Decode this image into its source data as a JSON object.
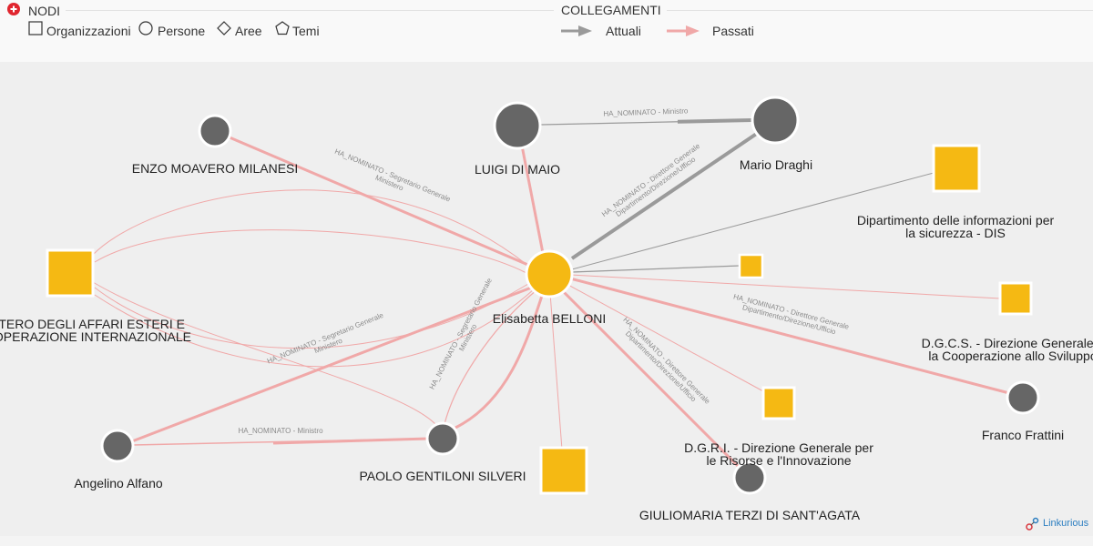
{
  "legend": {
    "nodes_title": "NODI",
    "links_title": "COLLEGAMENTI",
    "node_types": [
      {
        "label": "Organizzazioni",
        "shape": "square"
      },
      {
        "label": "Persone",
        "shape": "circle"
      },
      {
        "label": "Aree",
        "shape": "diamond"
      },
      {
        "label": "Temi",
        "shape": "pentagon"
      }
    ],
    "link_types": [
      {
        "label": "Attuali",
        "color": "#9a9a9a"
      },
      {
        "label": "Passati",
        "color": "#f0a8a8"
      }
    ]
  },
  "colors": {
    "person": "#666666",
    "organization": "#f5b913",
    "current_link": "#9a9a9a",
    "past_link": "#f0a8a8",
    "add_icon": "#e0262f"
  },
  "nodes": {
    "belloni": "Elisabetta BELLONI",
    "moavero": "ENZO MOAVERO MILANESI",
    "dimaio": "LUIGI DI MAIO",
    "draghi": "Mario Draghi",
    "dis": [
      "Dipartimento delle informazioni per",
      "la sicurezza - DIS"
    ],
    "maeci": [
      "STERO DEGLI AFFARI ESTERI E",
      "OOPERAZIONE INTERNAZIONALE"
    ],
    "dgcs": [
      "D.G.C.S. - Direzione Generale p",
      "la Cooperazione allo Sviluppo"
    ],
    "frattini": "Franco Frattini",
    "alfano": "Angelino Alfano",
    "gentiloni": "PAOLO GENTILONI SILVERI",
    "dgri": [
      "D.G.R.I. - Direzione Generale per",
      "le Risorse e l'Innovazione"
    ],
    "terzi": "GIULIOMARIA TERZI DI SANT'AGATA"
  },
  "edge_labels": {
    "dimaio_draghi": "HA_NOMINATO - Ministro",
    "belloni_draghi": [
      "HA_NOMINATO - Direttore Generale",
      "Dipartimento/Direzione/Ufficio"
    ],
    "moavero_belloni": [
      "HA_NOMINATO - Segretario Generale",
      "Ministero"
    ],
    "maeci_gentiloni": [
      "HA_NOMINATO - Segretario Generale",
      "Ministero"
    ],
    "gentiloni_belloni": [
      "HA_NOMINATO - Segretario Generale",
      "Ministero"
    ],
    "alfano_gentiloni": "HA_NOMINATO - Ministro",
    "belloni_frattini": [
      "HA_NOMINATO - Direttore Generale",
      "Dipartimento/Direzione/Ufficio"
    ],
    "belloni_terzi": [
      "HA_NOMINATO - Direttore Generale",
      "Dipartimento/Direzione/Ufficio"
    ]
  },
  "brand": "Linkurious"
}
